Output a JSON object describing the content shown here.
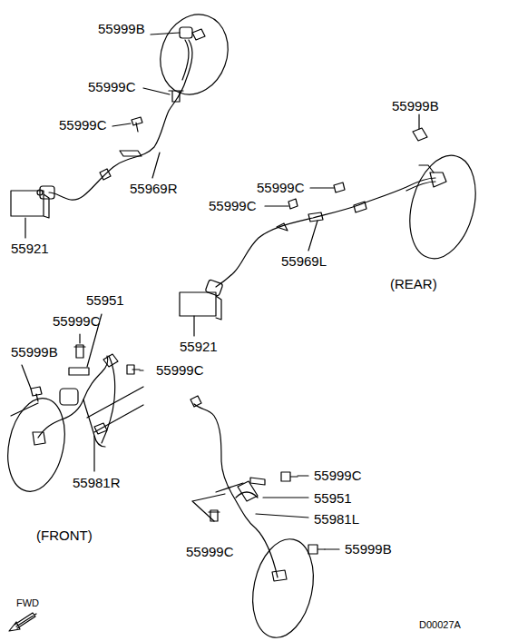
{
  "diagram": {
    "labels": [
      "55999B",
      "55999C",
      "55999C",
      "55969R",
      "55921",
      "55999B",
      "55999C",
      "55999C",
      "55969L",
      "(REAR)",
      "55921",
      "55951",
      "55999C",
      "55999B",
      "55999C",
      "55981R",
      "(FRONT)",
      "55999C",
      "55951",
      "55981L",
      "55999C",
      "55999B",
      "FWD",
      "D00027A"
    ]
  }
}
